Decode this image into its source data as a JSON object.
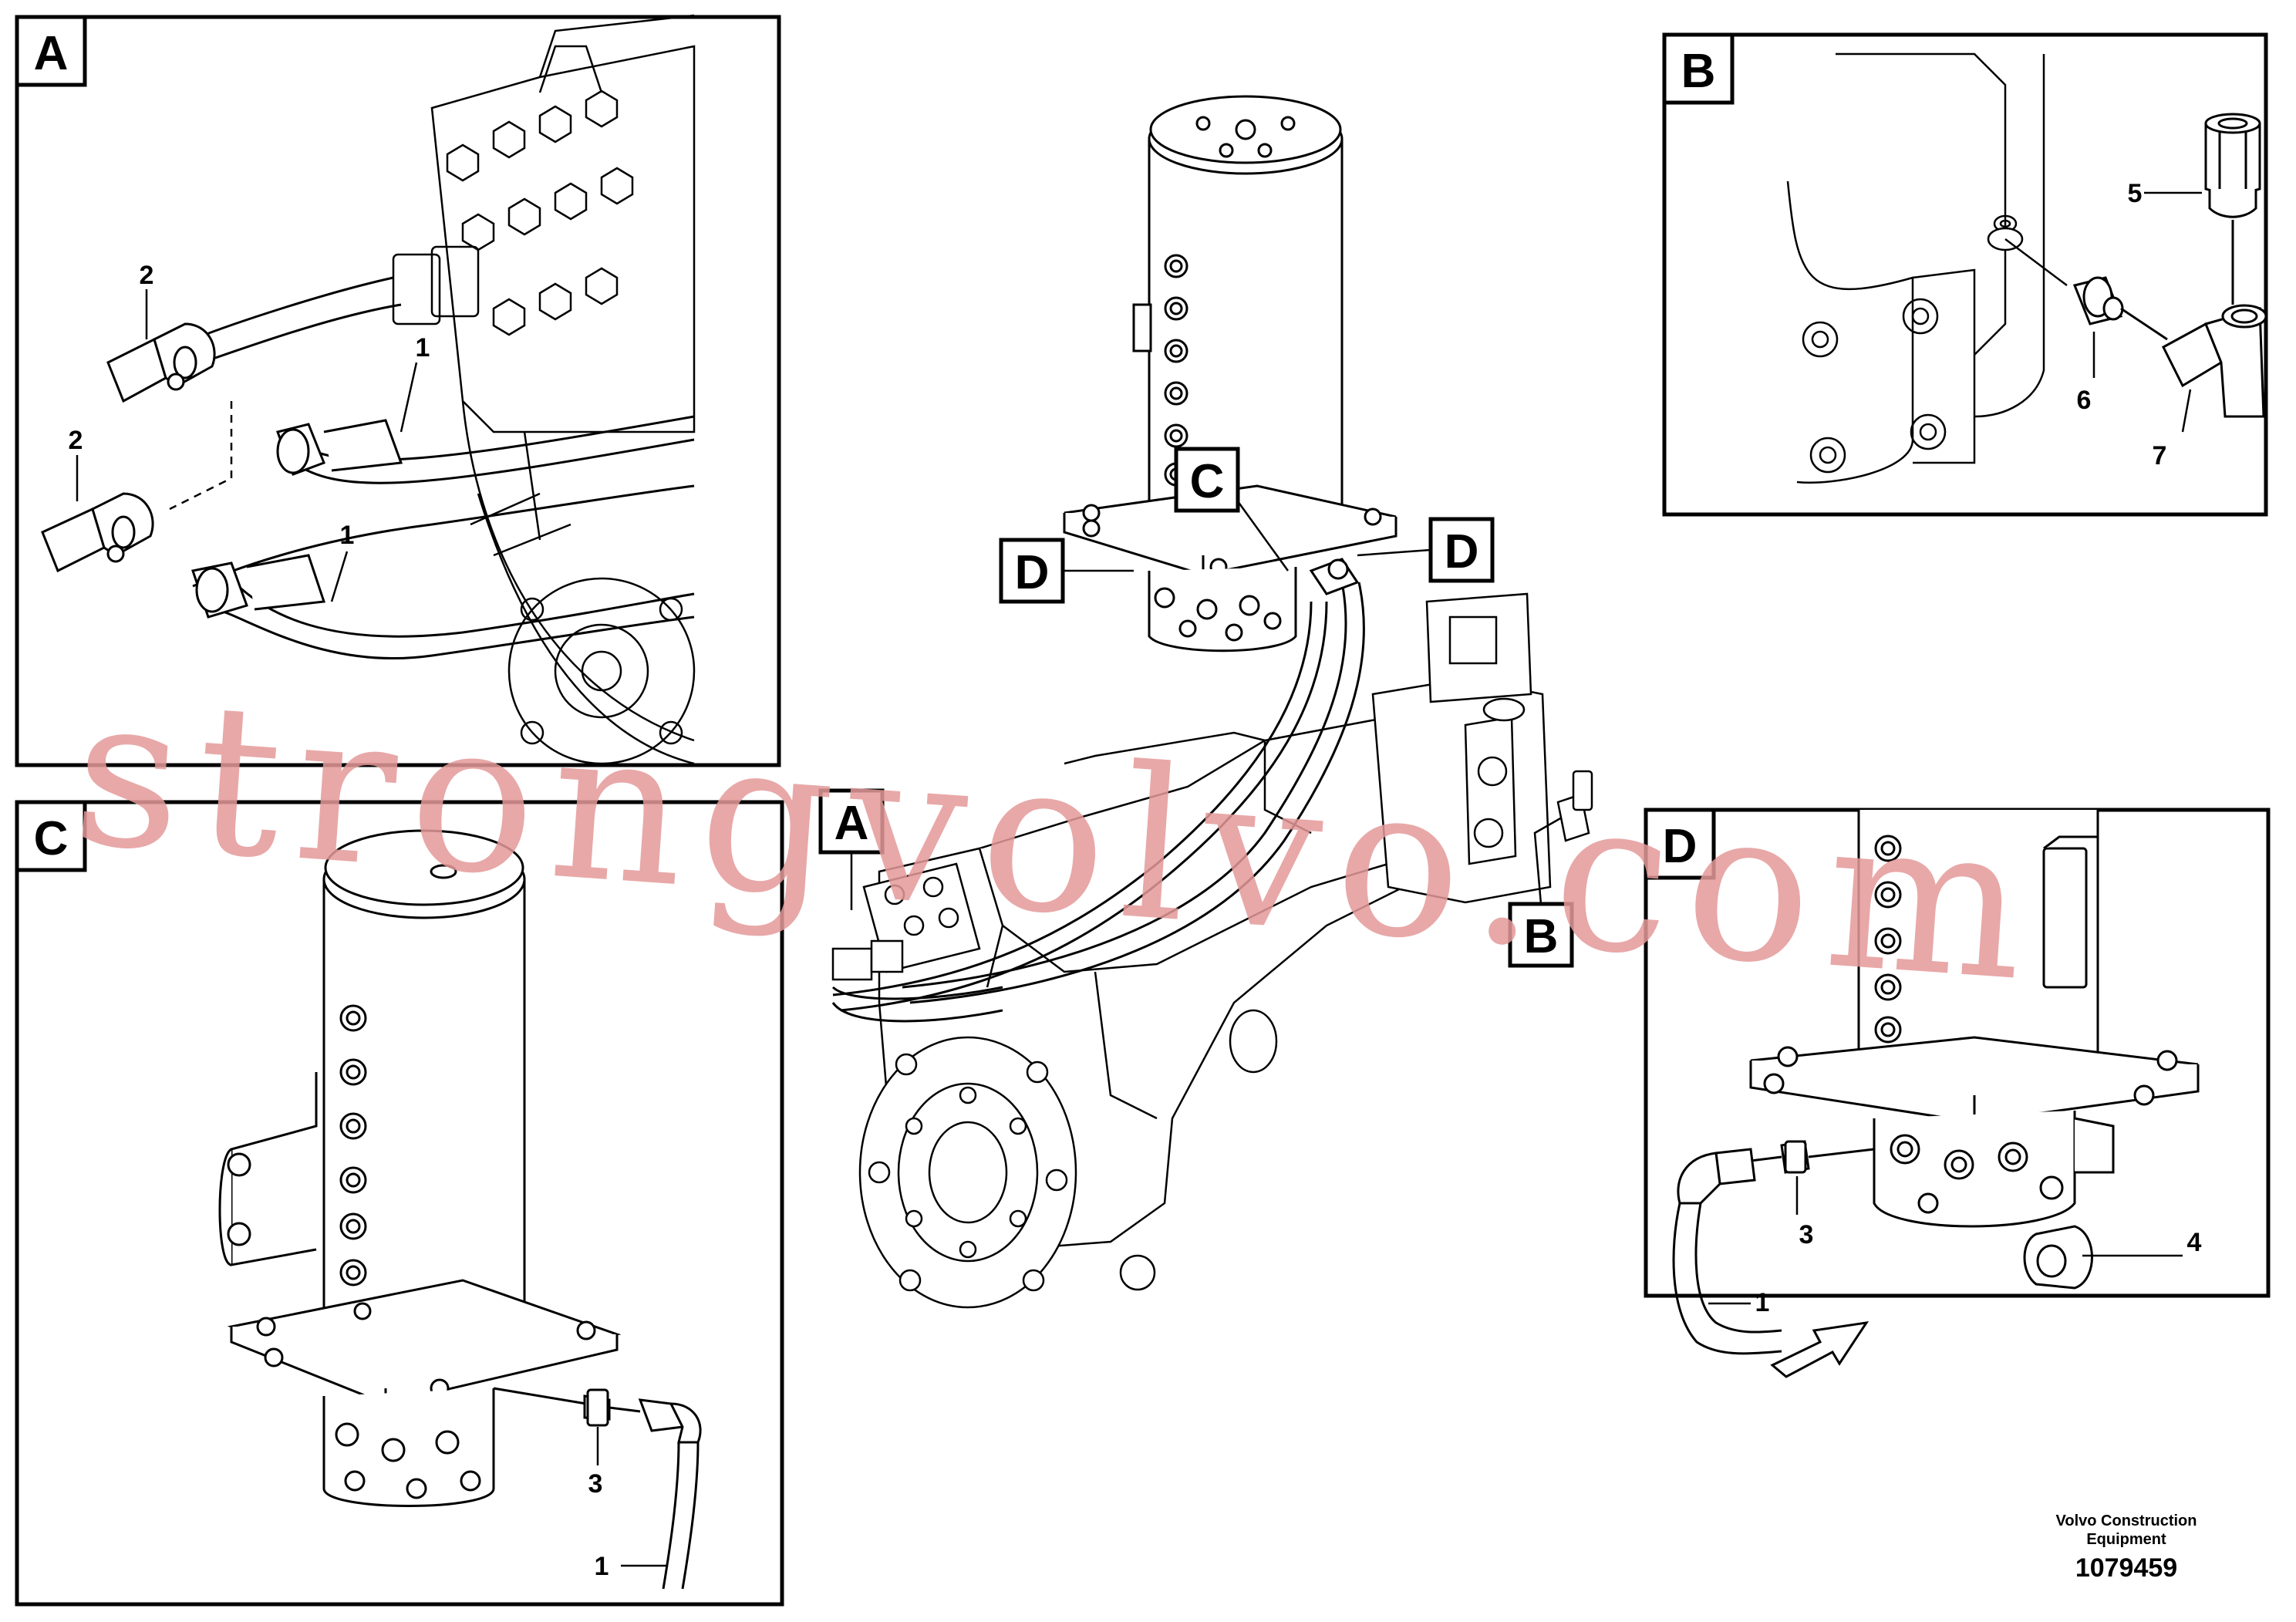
{
  "panels": {
    "A": {
      "letter": "A",
      "callouts": {
        "c1a": "1",
        "c1b": "1",
        "c2a": "2",
        "c2b": "2"
      }
    },
    "B": {
      "letter": "B",
      "callouts": {
        "c5": "5",
        "c6": "6",
        "c7": "7"
      }
    },
    "C": {
      "letter": "C",
      "callouts": {
        "c3": "3",
        "c1": "1"
      }
    },
    "D": {
      "letter": "D",
      "callouts": {
        "c3": "3",
        "c4": "4",
        "c1": "1"
      }
    }
  },
  "main_view": {
    "refs": {
      "A": "A",
      "B": "B",
      "C": "C",
      "D_left": "D",
      "D_right": "D"
    }
  },
  "watermark": "strongvolvo.com",
  "footer": {
    "brand": "Volvo Construction Equipment",
    "drawing_number": "1079459"
  }
}
